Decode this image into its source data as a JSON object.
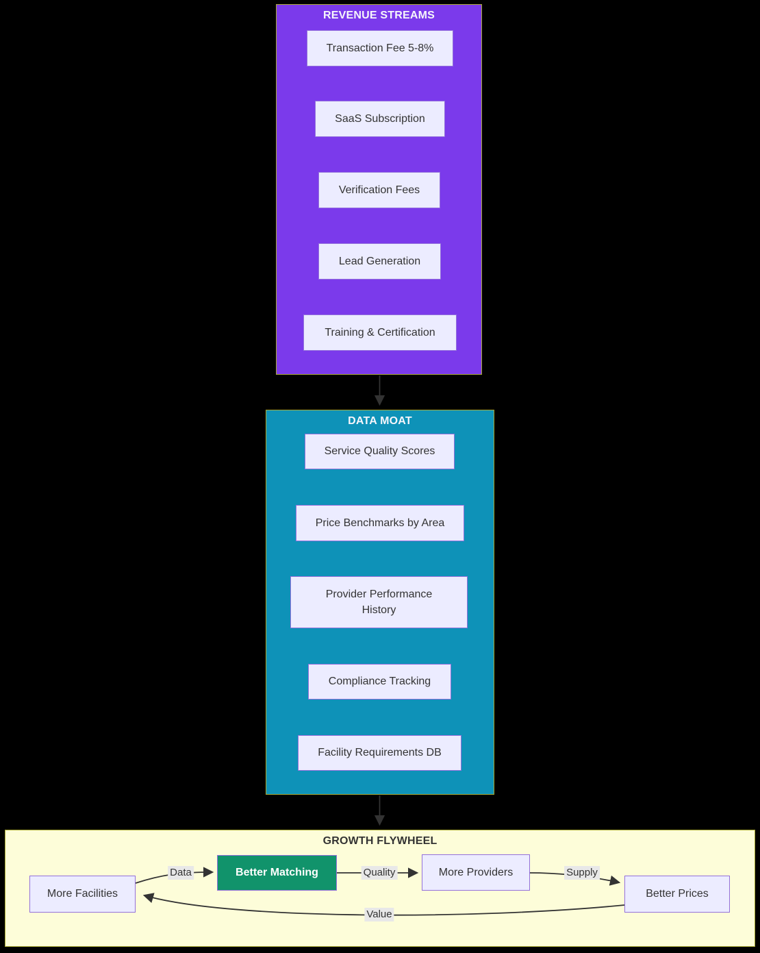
{
  "diagram_type": "flowchart",
  "clusters": {
    "revenue": {
      "title": "REVENUE STREAMS",
      "fill": "#7B3AEB",
      "nodes": [
        {
          "label": "Transaction Fee 5-8%"
        },
        {
          "label": "SaaS Subscription"
        },
        {
          "label": "Verification Fees"
        },
        {
          "label": "Lead Generation"
        },
        {
          "label": "Training & Certification"
        }
      ]
    },
    "data_moat": {
      "title": "DATA MOAT",
      "fill": "#0E92B8",
      "nodes": [
        {
          "label": "Service Quality Scores"
        },
        {
          "label": "Price Benchmarks by Area"
        },
        {
          "label": "Provider Performance History"
        },
        {
          "label": "Compliance Tracking"
        },
        {
          "label": "Facility Requirements DB"
        }
      ]
    },
    "flywheel": {
      "title": "GROWTH FLYWHEEL",
      "fill": "#FDFDD9",
      "nodes": [
        {
          "label": "More Facilities"
        },
        {
          "label": "Better Matching",
          "highlight": true,
          "fill": "#11936B"
        },
        {
          "label": "More Providers"
        },
        {
          "label": "Better Prices"
        }
      ],
      "edges": [
        {
          "label": "Data",
          "from": "More Facilities",
          "to": "Better Matching"
        },
        {
          "label": "Quality",
          "from": "Better Matching",
          "to": "More Providers"
        },
        {
          "label": "Supply",
          "from": "More Providers",
          "to": "Better Prices"
        },
        {
          "label": "Value",
          "from": "Better Prices",
          "to": "More Facilities"
        }
      ]
    }
  },
  "connections": [
    {
      "from": "REVENUE STREAMS",
      "to": "DATA MOAT"
    },
    {
      "from": "DATA MOAT",
      "to": "GROWTH FLYWHEEL"
    }
  ],
  "colors": {
    "background": "#000000",
    "cluster_border": "#AAAA33",
    "revenue_fill": "#7B3AEB",
    "data_moat_fill": "#0E92B8",
    "flywheel_fill": "#FDFDD9",
    "node_fill": "#ECECFF",
    "node_border": "#9370DB",
    "highlight_fill": "#11936B",
    "arrow": "#333333",
    "edge_label_bg": "#E8E8E8"
  }
}
